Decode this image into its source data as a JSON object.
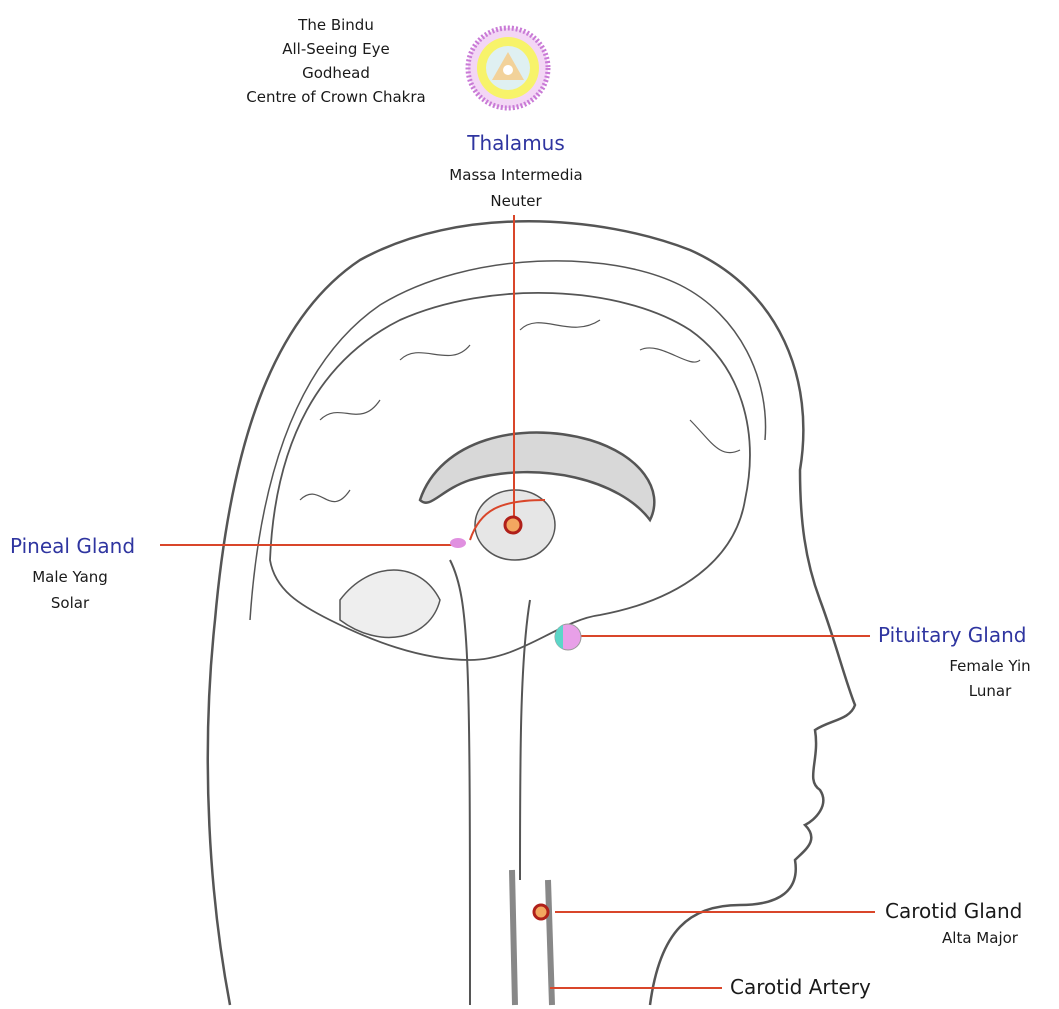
{
  "bindu": {
    "lines": [
      "The Bindu",
      "All-Seeing Eye",
      "Godhead",
      "Centre of Crown Chakra"
    ],
    "symbol": "bindu-mandala-icon"
  },
  "thalamus": {
    "title": "Thalamus",
    "sub1": "Massa Intermedia",
    "sub2": "Neuter"
  },
  "pineal": {
    "title": "Pineal Gland",
    "sub1": "Male Yang",
    "sub2": "Solar"
  },
  "pituitary": {
    "title": "Pituitary Gland",
    "sub1": "Female Yin",
    "sub2": "Lunar"
  },
  "carotid_gland": {
    "title": "Carotid Gland",
    "sub1": "Alta Major"
  },
  "carotid_artery": {
    "title": "Carotid Artery"
  },
  "colors": {
    "label_blue": "#2f35a0",
    "pointer": "#d9462a",
    "ink": "#555555"
  }
}
